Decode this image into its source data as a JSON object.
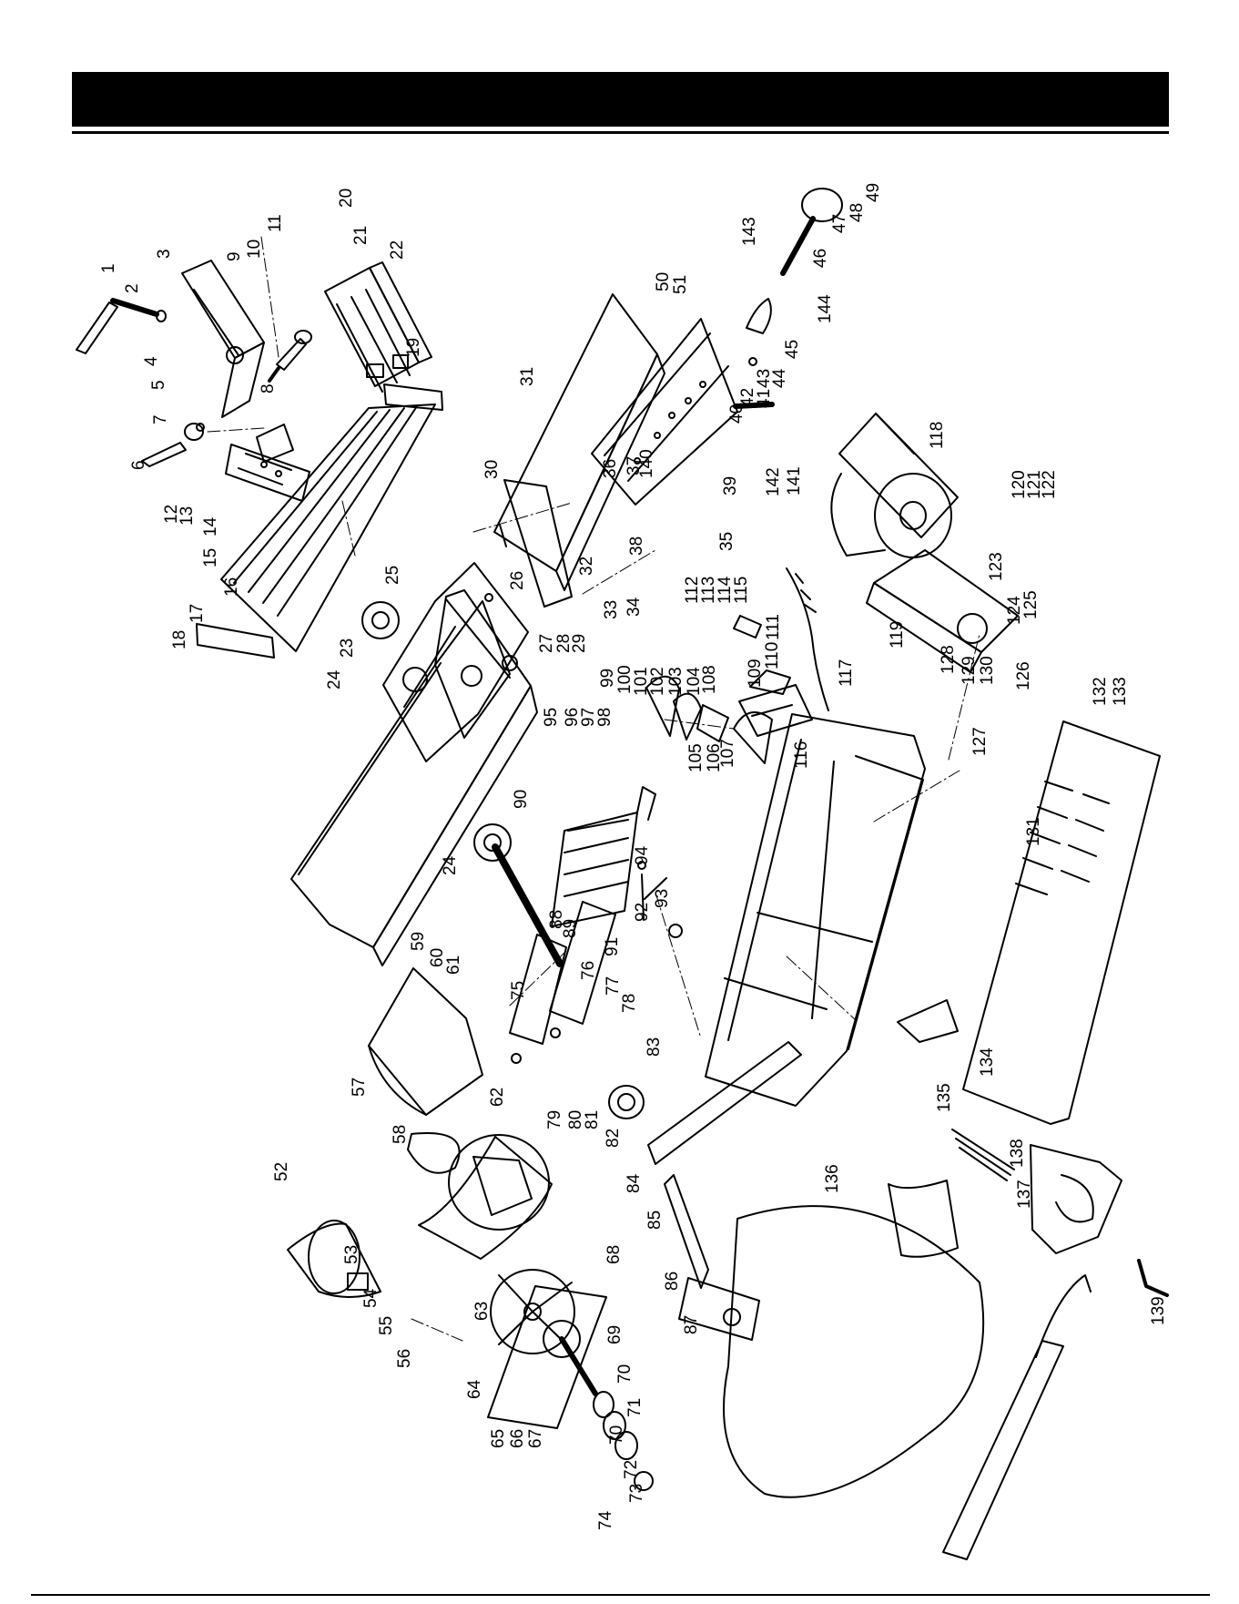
{
  "header": {
    "title": ""
  },
  "diagram": {
    "labels": [
      "1",
      "2",
      "3",
      "4",
      "5",
      "6",
      "7",
      "8",
      "9",
      "10",
      "11",
      "12",
      "13",
      "14",
      "15",
      "16",
      "17",
      "18",
      "19",
      "20",
      "21",
      "22",
      "23",
      "24",
      "24",
      "25",
      "26",
      "27",
      "28",
      "29",
      "30",
      "31",
      "32",
      "33",
      "34",
      "35",
      "36",
      "37",
      "38",
      "39",
      "40",
      "41",
      "42",
      "43",
      "44",
      "45",
      "46",
      "47",
      "48",
      "49",
      "50",
      "51",
      "52",
      "53",
      "54",
      "55",
      "56",
      "57",
      "58",
      "59",
      "60",
      "61",
      "62",
      "63",
      "64",
      "65",
      "66",
      "67",
      "68",
      "69",
      "70",
      "70",
      "71",
      "72",
      "73",
      "74",
      "75",
      "76",
      "77",
      "78",
      "79",
      "80",
      "81",
      "82",
      "83",
      "84",
      "85",
      "86",
      "87",
      "88",
      "89",
      "90",
      "91",
      "92",
      "93",
      "94",
      "95",
      "96",
      "97",
      "98",
      "99",
      "100",
      "101",
      "102",
      "103",
      "104",
      "105",
      "106",
      "107",
      "108",
      "109",
      "110",
      "111",
      "112",
      "113",
      "114",
      "115",
      "116",
      "117",
      "118",
      "119",
      "120",
      "121",
      "122",
      "123",
      "124",
      "125",
      "126",
      "127",
      "128",
      "129",
      "130",
      "131",
      "132",
      "133",
      "134",
      "135",
      "136",
      "137",
      "138",
      "139",
      "140",
      "141",
      "142",
      "143",
      "144"
    ]
  }
}
